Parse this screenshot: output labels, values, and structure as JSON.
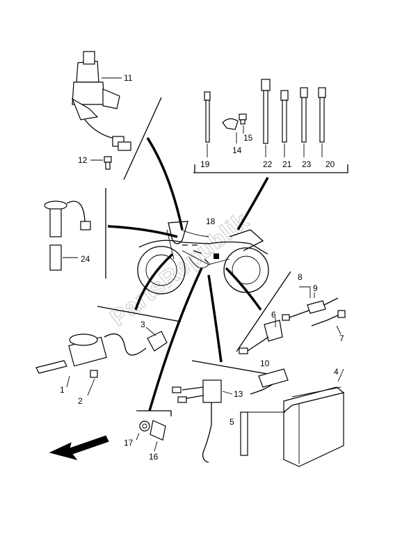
{
  "watermark": "PartsRepublik",
  "labels": {
    "p1": "1",
    "p2": "2",
    "p3": "3",
    "p4": "4",
    "p5": "5",
    "p6": "6",
    "p7": "7",
    "p8": "8",
    "p9": "9",
    "p10": "10",
    "p11": "11",
    "p12": "12",
    "p13": "13",
    "p14": "14",
    "p15": "15",
    "p16": "16",
    "p17": "17",
    "p18": "18",
    "p19": "19",
    "p20": "20",
    "p21": "21",
    "p22": "22",
    "p23": "23",
    "p24": "24"
  },
  "icons": {
    "direction_arrow": "front-direction-arrow-icon",
    "motorcycle": "motorcycle-silhouette-icon"
  }
}
